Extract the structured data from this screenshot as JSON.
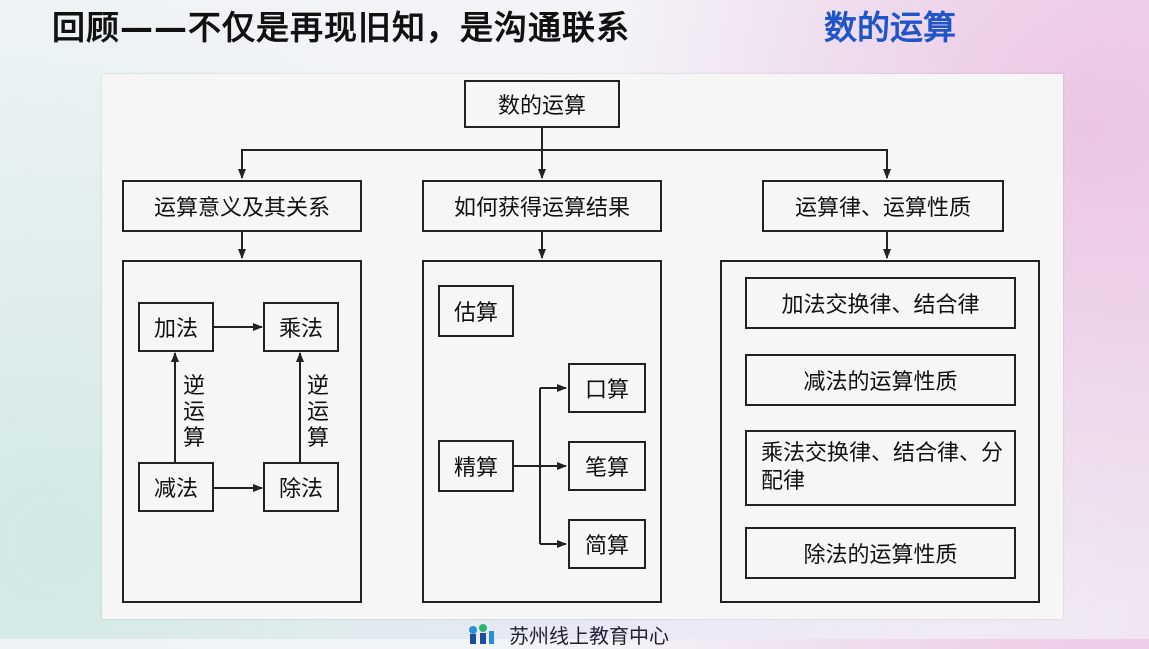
{
  "header": {
    "title": "回顾——不仅是再现旧知，是沟通联系",
    "subtitle": "数的运算"
  },
  "diagram": {
    "root": "数的运算",
    "branches": [
      "运算意义及其关系",
      "如何获得运算结果",
      "运算律、运算性质"
    ],
    "relations": {
      "add": "加法",
      "multiply": "乘法",
      "subtract": "减法",
      "divide": "除法",
      "inverse_left": [
        "逆",
        "运",
        "算"
      ],
      "inverse_right": [
        "逆",
        "运",
        "算"
      ]
    },
    "results": {
      "estimate": "估算",
      "exact": "精算",
      "mental": "口算",
      "written": "笔算",
      "simplified": "简算"
    },
    "laws": {
      "add_laws": "加法交换律、结合律",
      "subtract_props": "减法的运算性质",
      "multiply_laws": "乘法交换律、结合律、分配律",
      "divide_props": "除法的运算性质"
    }
  },
  "footer": {
    "org_name": "苏州线上教育中心"
  },
  "colors": {
    "title": "#111111",
    "subtitle": "#1f55c8",
    "line": "#222222"
  }
}
